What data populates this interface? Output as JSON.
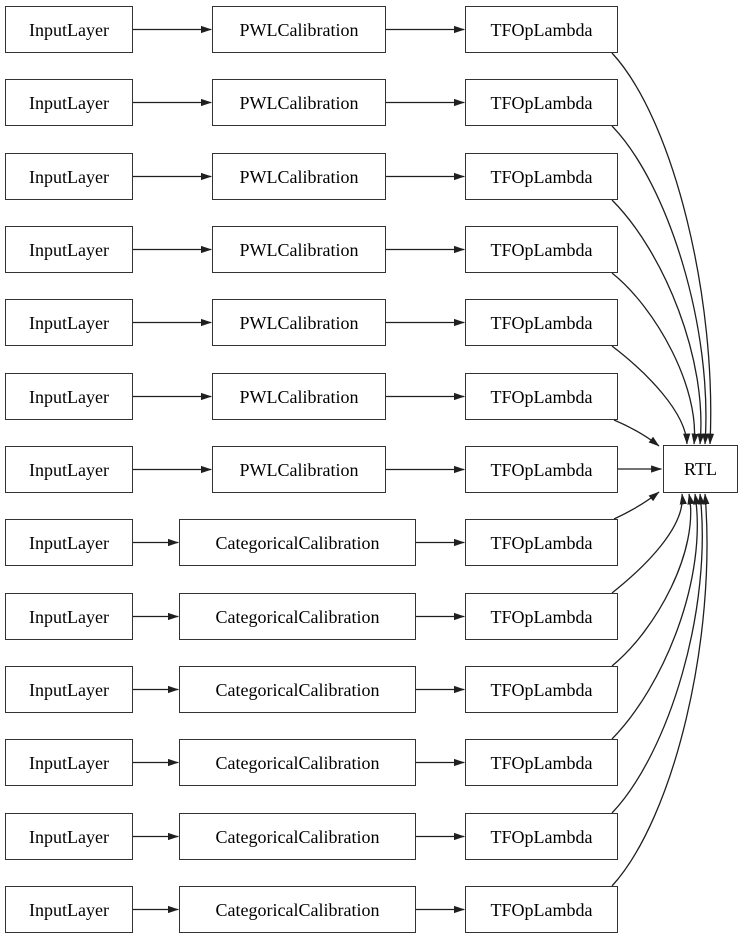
{
  "diagram": {
    "rtl_label": "RTL",
    "rows": [
      {
        "input": "InputLayer",
        "calibration": "PWLCalibration",
        "lambda": "TFOpLambda"
      },
      {
        "input": "InputLayer",
        "calibration": "PWLCalibration",
        "lambda": "TFOpLambda"
      },
      {
        "input": "InputLayer",
        "calibration": "PWLCalibration",
        "lambda": "TFOpLambda"
      },
      {
        "input": "InputLayer",
        "calibration": "PWLCalibration",
        "lambda": "TFOpLambda"
      },
      {
        "input": "InputLayer",
        "calibration": "PWLCalibration",
        "lambda": "TFOpLambda"
      },
      {
        "input": "InputLayer",
        "calibration": "PWLCalibration",
        "lambda": "TFOpLambda"
      },
      {
        "input": "InputLayer",
        "calibration": "PWLCalibration",
        "lambda": "TFOpLambda"
      },
      {
        "input": "InputLayer",
        "calibration": "CategoricalCalibration",
        "lambda": "TFOpLambda"
      },
      {
        "input": "InputLayer",
        "calibration": "CategoricalCalibration",
        "lambda": "TFOpLambda"
      },
      {
        "input": "InputLayer",
        "calibration": "CategoricalCalibration",
        "lambda": "TFOpLambda"
      },
      {
        "input": "InputLayer",
        "calibration": "CategoricalCalibration",
        "lambda": "TFOpLambda"
      },
      {
        "input": "InputLayer",
        "calibration": "CategoricalCalibration",
        "lambda": "TFOpLambda"
      },
      {
        "input": "InputLayer",
        "calibration": "CategoricalCalibration",
        "lambda": "TFOpLambda"
      }
    ]
  },
  "colors": {
    "background": "#ffffff",
    "node_fill": "#ffffff",
    "node_border": "#333333",
    "edge": "#1f1f1f",
    "text": "#000000"
  }
}
